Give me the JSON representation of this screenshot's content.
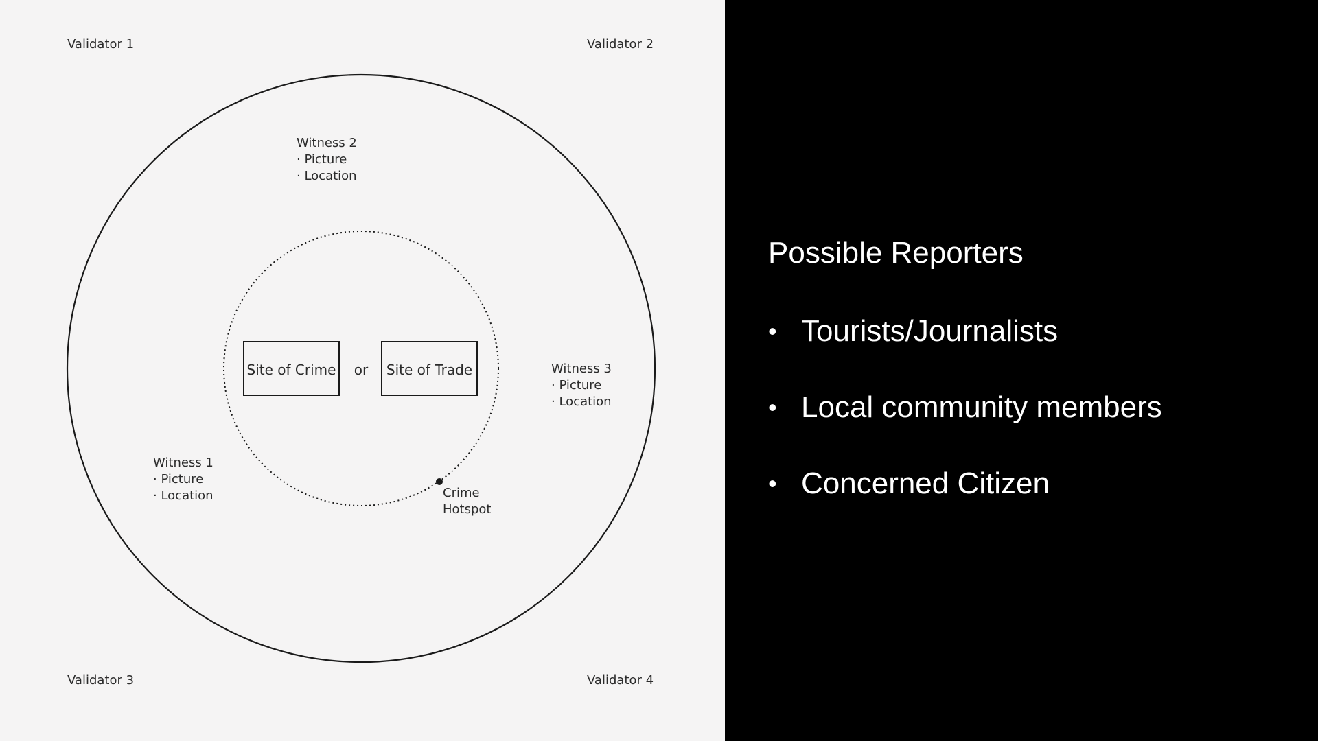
{
  "diagram": {
    "validators": [
      "Validator 1",
      "Validator 2",
      "Validator 3",
      "Validator 4"
    ],
    "witness_1": {
      "title": "Witness 1",
      "lines": [
        "· Picture",
        "· Location"
      ]
    },
    "witness_2": {
      "title": "Witness 2",
      "lines": [
        "· Picture",
        "· Location"
      ]
    },
    "witness_3": {
      "title": "Witness 3",
      "lines": [
        "· Picture",
        "· Location"
      ]
    },
    "site_of_crime": "Site of Crime",
    "connector": "or",
    "site_of_trade": "Site of Trade",
    "hotspot": {
      "line1": "Crime",
      "line2": "Hotspot"
    }
  },
  "panel": {
    "title": "Possible Reporters",
    "bullet_glyph": "•",
    "items": [
      "Tourists/Journalists",
      "Local community members",
      "Concerned Citizen"
    ]
  },
  "colors": {
    "diagram_background": "#f5f4f4",
    "panel_background": "#000000",
    "ink": "#1a1a1a",
    "panel_text": "#ffffff"
  }
}
